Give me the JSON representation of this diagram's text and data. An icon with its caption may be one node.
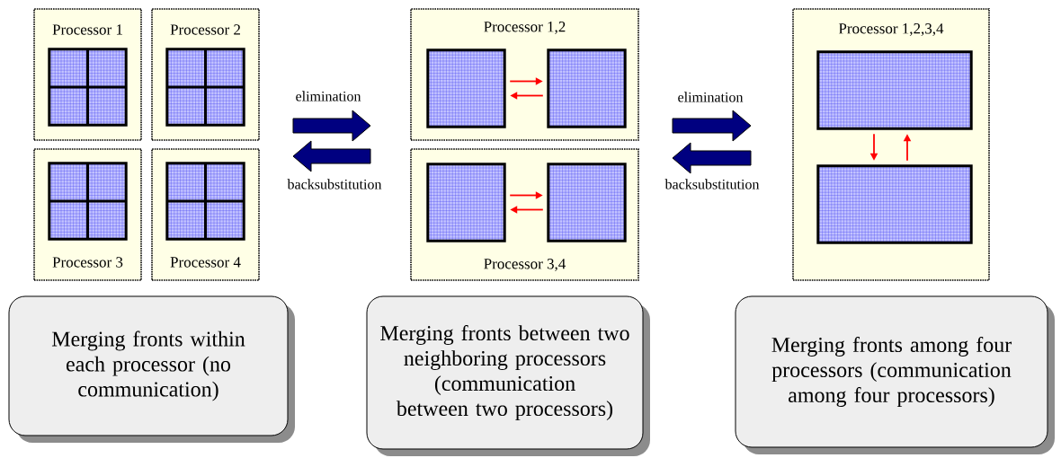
{
  "diagram": {
    "nodes": [
      {
        "text": [
          "Processor 1"
        ]
      },
      {
        "text": [],
        "shape": "box",
        "in": 0
      },
      {
        "text": [
          "Processor 2"
        ]
      },
      {
        "text": [],
        "shape": "box",
        "in": 2
      },
      {
        "text": [
          "Processor 1,2"
        ]
      },
      {
        "text": [],
        "shape": "box",
        "in": 4
      },
      {
        "text": [],
        "shape": "box",
        "in": 4
      },
      {
        "text": [
          "Processor 1,2,3,4"
        ]
      },
      {
        "text": [],
        "shape": "box",
        "in": 7
      },
      {
        "text": [],
        "shape": "box",
        "in": 7
      },
      {
        "text": [
          "Processor 3"
        ]
      },
      {
        "text": [],
        "shape": "box",
        "in": 10
      },
      {
        "text": [
          "Processor 4"
        ]
      },
      {
        "text": [],
        "shape": "box",
        "in": 12
      },
      {
        "text": [
          "Processor 3,4"
        ]
      },
      {
        "text": [],
        "shape": "box",
        "in": 14
      },
      {
        "text": [],
        "shape": "box",
        "in": 14
      },
      {
        "text": [
          "Merging fronts within each processor (no communication)"
        ]
      },
      {
        "text": [
          "Merging fronts between two neighboring processors (communication between two processors)"
        ]
      },
      {
        "text": [
          "Merging fronts among four processors (communication among four processors)"
        ]
      }
    ],
    "edges": [
      {
        "from": 5,
        "to": 6,
        "arrow": "to"
      },
      {
        "from": 6,
        "to": 5,
        "arrow": "to"
      },
      {
        "from": 15,
        "to": 16,
        "arrow": "to"
      },
      {
        "from": 16,
        "to": 15,
        "arrow": "to"
      },
      {
        "from": 8,
        "to": 9,
        "arrow": "to"
      },
      {
        "from": 9,
        "to": 8,
        "arrow": "to"
      }
    ],
    "labels": [
      "elimination",
      "backsubstitution",
      "elimination",
      "backsubstitution"
    ]
  }
}
